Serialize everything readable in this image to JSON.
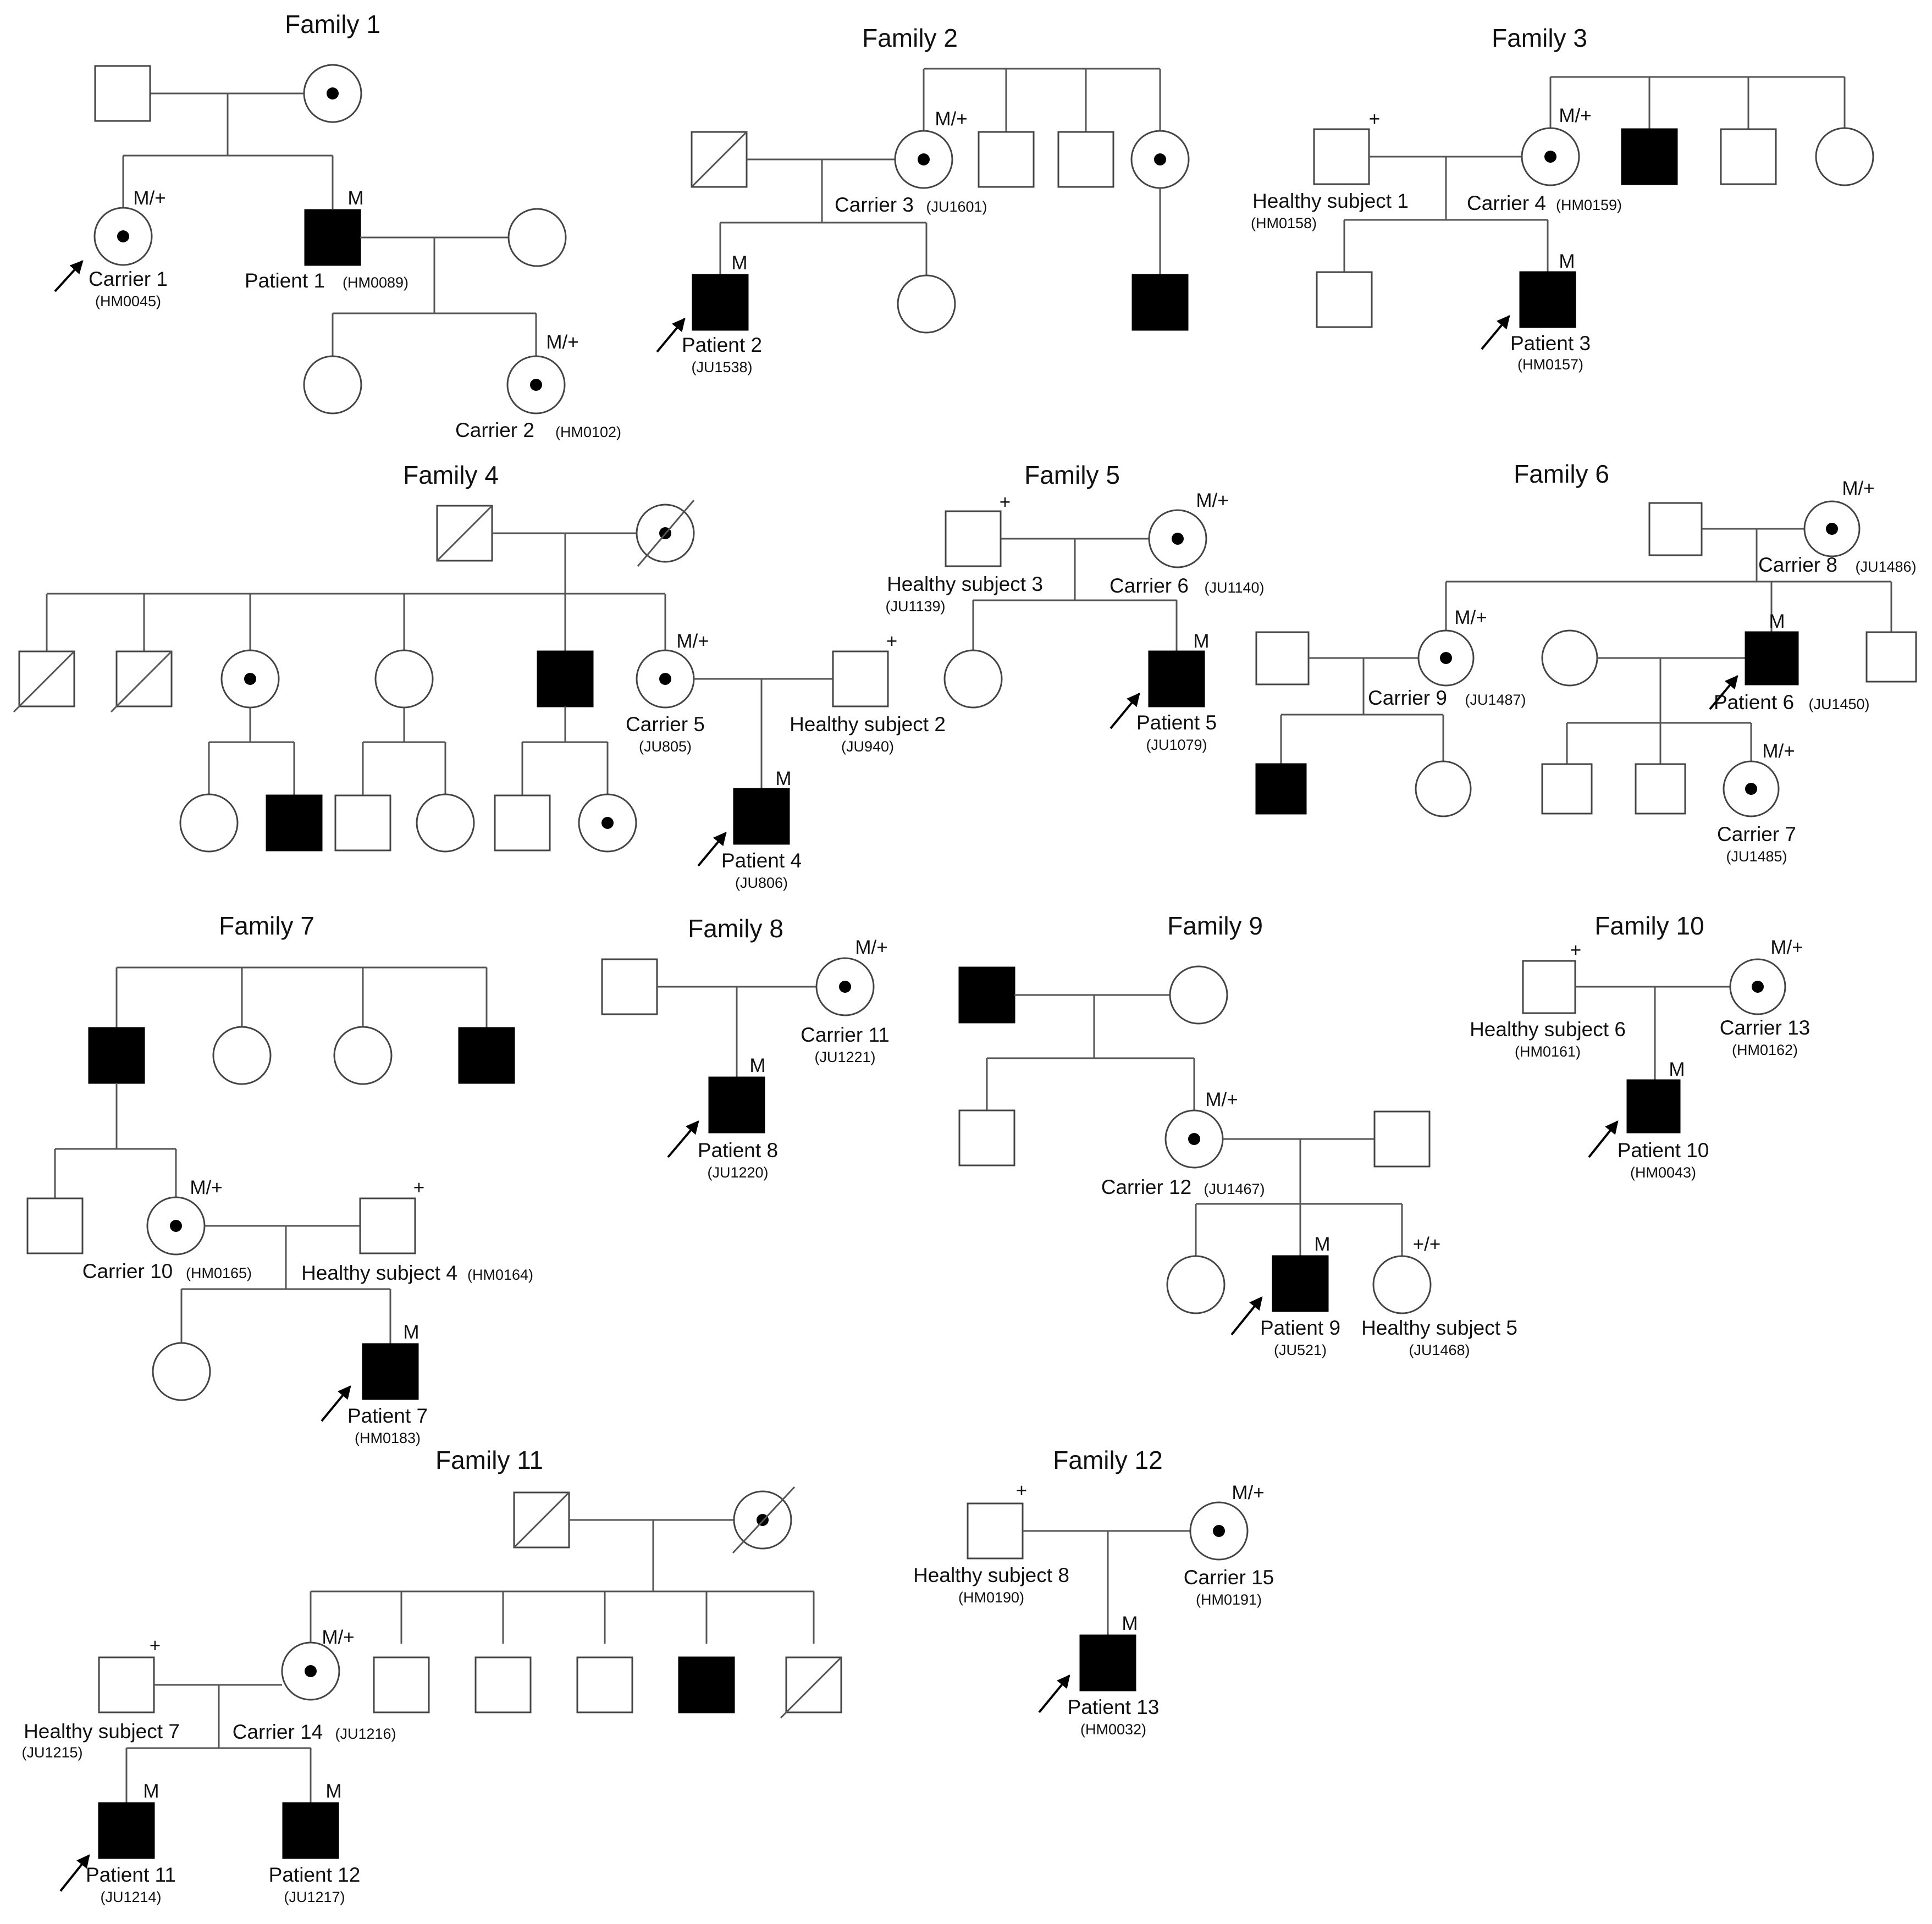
{
  "families": [
    {
      "title": "Family 1",
      "members": [
        {
          "key": "f1_carrier1",
          "name": "Carrier 1",
          "id": "(HM0045)",
          "genotype": "M/+",
          "proband": true
        },
        {
          "key": "f1_patient1",
          "name": "Patient 1",
          "id": "(HM0089)",
          "genotype": "M"
        },
        {
          "key": "f1_carrier2",
          "name": "Carrier 2",
          "id": "(HM0102)",
          "genotype": "M/+"
        }
      ]
    },
    {
      "title": "Family 2",
      "members": [
        {
          "key": "f2_carrier3",
          "name": "Carrier 3",
          "id": "(JU1601)",
          "genotype": "M/+"
        },
        {
          "key": "f2_patient2",
          "name": "Patient 2",
          "id": "(JU1538)",
          "genotype": "M",
          "proband": true
        }
      ]
    },
    {
      "title": "Family 3",
      "members": [
        {
          "key": "f3_healthy1",
          "name": "Healthy subject 1",
          "id": "(HM0158)",
          "genotype": "+"
        },
        {
          "key": "f3_carrier4",
          "name": "Carrier 4",
          "id": "(HM0159)",
          "genotype": "M/+"
        },
        {
          "key": "f3_patient3",
          "name": "Patient 3",
          "id": "(HM0157)",
          "genotype": "M",
          "proband": true
        }
      ]
    },
    {
      "title": "Family 4",
      "members": [
        {
          "key": "f4_carrier5",
          "name": "Carrier 5",
          "id": "(JU805)",
          "genotype": "M/+"
        },
        {
          "key": "f4_healthy2",
          "name": "Healthy subject 2",
          "id": "(JU940)",
          "genotype": "+"
        },
        {
          "key": "f4_patient4",
          "name": "Patient 4",
          "id": "(JU806)",
          "genotype": "M",
          "proband": true
        }
      ]
    },
    {
      "title": "Family 5",
      "members": [
        {
          "key": "f5_healthy3",
          "name": "Healthy subject 3",
          "id": "(JU1139)",
          "genotype": "+"
        },
        {
          "key": "f5_carrier6",
          "name": "Carrier 6",
          "id": "(JU1140)",
          "genotype": "M/+"
        },
        {
          "key": "f5_patient5",
          "name": "Patient 5",
          "id": "(JU1079)",
          "genotype": "M",
          "proband": true
        }
      ]
    },
    {
      "title": "Family 6",
      "members": [
        {
          "key": "f6_carrier8",
          "name": "Carrier 8",
          "id": "(JU1486)",
          "genotype": "M/+"
        },
        {
          "key": "f6_carrier9",
          "name": "Carrier 9",
          "id": "(JU1487)",
          "genotype": "M/+"
        },
        {
          "key": "f6_patient6",
          "name": "Patient 6",
          "id": "(JU1450)",
          "genotype": "M",
          "proband": true
        },
        {
          "key": "f6_carrier7",
          "name": "Carrier 7",
          "id": "(JU1485)",
          "genotype": "M/+"
        }
      ]
    },
    {
      "title": "Family 7",
      "members": [
        {
          "key": "f7_carrier10",
          "name": "Carrier 10",
          "id": "(HM0165)",
          "genotype": "M/+"
        },
        {
          "key": "f7_healthy4",
          "name": "Healthy subject 4",
          "id": "(HM0164)",
          "genotype": "+"
        },
        {
          "key": "f7_patient7",
          "name": "Patient 7",
          "id": "(HM0183)",
          "genotype": "M",
          "proband": true
        }
      ]
    },
    {
      "title": "Family 8",
      "members": [
        {
          "key": "f8_carrier11",
          "name": "Carrier 11",
          "id": "(JU1221)",
          "genotype": "M/+"
        },
        {
          "key": "f8_patient8",
          "name": "Patient 8",
          "id": "(JU1220)",
          "genotype": "M",
          "proband": true
        }
      ]
    },
    {
      "title": "Family 9",
      "members": [
        {
          "key": "f9_carrier12",
          "name": "Carrier 12",
          "id": "(JU1467)",
          "genotype": "M/+"
        },
        {
          "key": "f9_patient9",
          "name": "Patient 9",
          "id": "(JU521)",
          "genotype": "M",
          "proband": true
        },
        {
          "key": "f9_healthy5",
          "name": "Healthy subject 5",
          "id": "(JU1468)",
          "genotype": "+/+"
        }
      ]
    },
    {
      "title": "Family 10",
      "members": [
        {
          "key": "f10_healthy6",
          "name": "Healthy subject 6",
          "id": "(HM0161)",
          "genotype": "+"
        },
        {
          "key": "f10_carrier13",
          "name": "Carrier 13",
          "id": "(HM0162)",
          "genotype": "M/+"
        },
        {
          "key": "f10_patient10",
          "name": "Patient 10",
          "id": "(HM0043)",
          "genotype": "M",
          "proband": true
        }
      ]
    },
    {
      "title": "Family 11",
      "members": [
        {
          "key": "f11_healthy7",
          "name": "Healthy subject 7",
          "id": "(JU1215)",
          "genotype": "+"
        },
        {
          "key": "f11_carrier14",
          "name": "Carrier 14",
          "id": "(JU1216)",
          "genotype": "M/+"
        },
        {
          "key": "f11_patient11",
          "name": "Patient 11",
          "id": "(JU1214)",
          "genotype": "M",
          "proband": true
        },
        {
          "key": "f11_patient12",
          "name": "Patient 12",
          "id": "(JU1217)",
          "genotype": "M"
        }
      ]
    },
    {
      "title": "Family 12",
      "members": [
        {
          "key": "f12_healthy8",
          "name": "Healthy subject 8",
          "id": "(HM0190)",
          "genotype": "+"
        },
        {
          "key": "f12_carrier15",
          "name": "Carrier 15",
          "id": "(HM0191)",
          "genotype": "M/+"
        },
        {
          "key": "f12_patient13",
          "name": "Patient 13",
          "id": "(HM0032)",
          "genotype": "M",
          "proband": true
        }
      ]
    }
  ]
}
